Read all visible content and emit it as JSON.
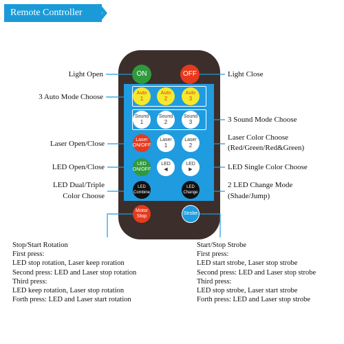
{
  "title": "Remote Controller",
  "buttons": {
    "on": "ON",
    "off": "OFF",
    "auto": [
      [
        "Auto",
        "1"
      ],
      [
        "Auto",
        "2"
      ],
      [
        "Auto",
        "3"
      ]
    ],
    "sound": [
      [
        "Sound",
        "1"
      ],
      [
        "Sound",
        "2"
      ],
      [
        "Sound",
        "3"
      ]
    ],
    "laser_onoff": [
      "Laser",
      "ON/OFF"
    ],
    "laser1": [
      "Laser",
      "1"
    ],
    "laser2": [
      "Laser",
      "2"
    ],
    "led_onoff": [
      "LED",
      "ON/OFF"
    ],
    "led_left": [
      "LED",
      "◀"
    ],
    "led_right": [
      "LED",
      "▶"
    ],
    "led_combine": [
      "LED",
      "Combine"
    ],
    "led_change": [
      "LED",
      "Change"
    ],
    "motor_stop": [
      "Motor",
      "Stop"
    ],
    "strobe": "Strobe"
  },
  "labels": {
    "light_open": "Light Open",
    "light_close": "Light Close",
    "auto_mode": "3 Auto Mode Choose",
    "sound_mode": "3 Sound Mode Choose",
    "laser_open_close": "Laser Open/Close",
    "laser_color_1": "Laser Color Choose",
    "laser_color_2": "(Red/Green/Red&Green)",
    "led_open_close": "LED Open/Close",
    "led_single": "LED Single Color Choose",
    "led_dual_1": "LED Dual/Triple",
    "led_dual_2": "Color Choose",
    "led_change_1": "2 LED Change Mode",
    "led_change_2": "(Shade/Jump)"
  },
  "left_desc": [
    "Stop/Start Rotation",
    "First press:",
    "LED stop rotation, Laser keep roration",
    "Second press: LED and Laser stop rotation",
    "Third press:",
    "LED keep rotation, Laser stop rotation",
    "Forth press: LED and Laser start rotation"
  ],
  "right_desc": [
    "Start/Stop Strobe",
    "First press:",
    "LED start strobe, Laser stop strobe",
    "Second press: LED and Laser stop strobe",
    "Third press:",
    "LED stop strobe, Laser start strobe",
    "Forth press: LED and Laser stop strobe"
  ],
  "colors": {
    "accent_blue": "#1f9be0",
    "remote_body": "#3c2e2a",
    "on_green": "#2f9a3c",
    "off_red": "#e53a1e",
    "auto_yellow": "#f4e92b"
  }
}
